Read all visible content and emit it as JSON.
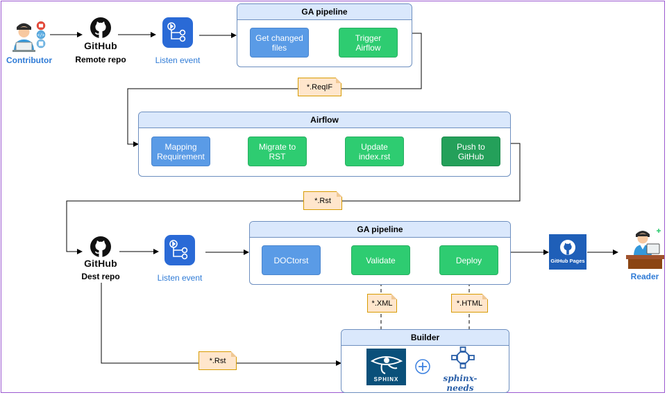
{
  "actors": {
    "contributor": "Contributor",
    "reader": "Reader"
  },
  "github": {
    "wordmark": "GitHub",
    "remote_label": "Remote repo",
    "dest_label": "Dest repo",
    "pages_label": "GitHub Pages"
  },
  "listen_event": "Listen event",
  "ga_pipeline_1": {
    "title": "GA pipeline",
    "steps": [
      "Get changed files",
      "Trigger Airflow"
    ]
  },
  "airflow": {
    "title": "Airflow",
    "steps": [
      "Mapping Requirement",
      "Migrate to RST",
      "Update index.rst",
      "Push to GitHub"
    ]
  },
  "ga_pipeline_2": {
    "title": "GA pipeline",
    "steps": [
      "DOCtorst",
      "Validate",
      "Deploy"
    ]
  },
  "builder": {
    "title": "Builder",
    "sphinx_label": "SPHINX",
    "needs_label": "sphinx-needs"
  },
  "notes": {
    "reqif": "*.ReqIF",
    "rst1": "*.Rst",
    "xml": "*.XML",
    "html": "*.HTML",
    "rst2": "*.Rst"
  },
  "colors": {
    "group_border": "#6c8ebf",
    "group_header": "#dae8fc",
    "step_blue": "#5a9be6",
    "step_green": "#2ecc71",
    "note_fill": "#ffe6cc",
    "note_border": "#d79b00",
    "label_blue": "#2f7bd6",
    "frame": "#9b59d0"
  },
  "icons": [
    "contributor-icon",
    "github-icon",
    "github-actions-icon",
    "github-pages-icon",
    "sphinx-logo",
    "sphinx-needs-logo",
    "reader-icon"
  ]
}
